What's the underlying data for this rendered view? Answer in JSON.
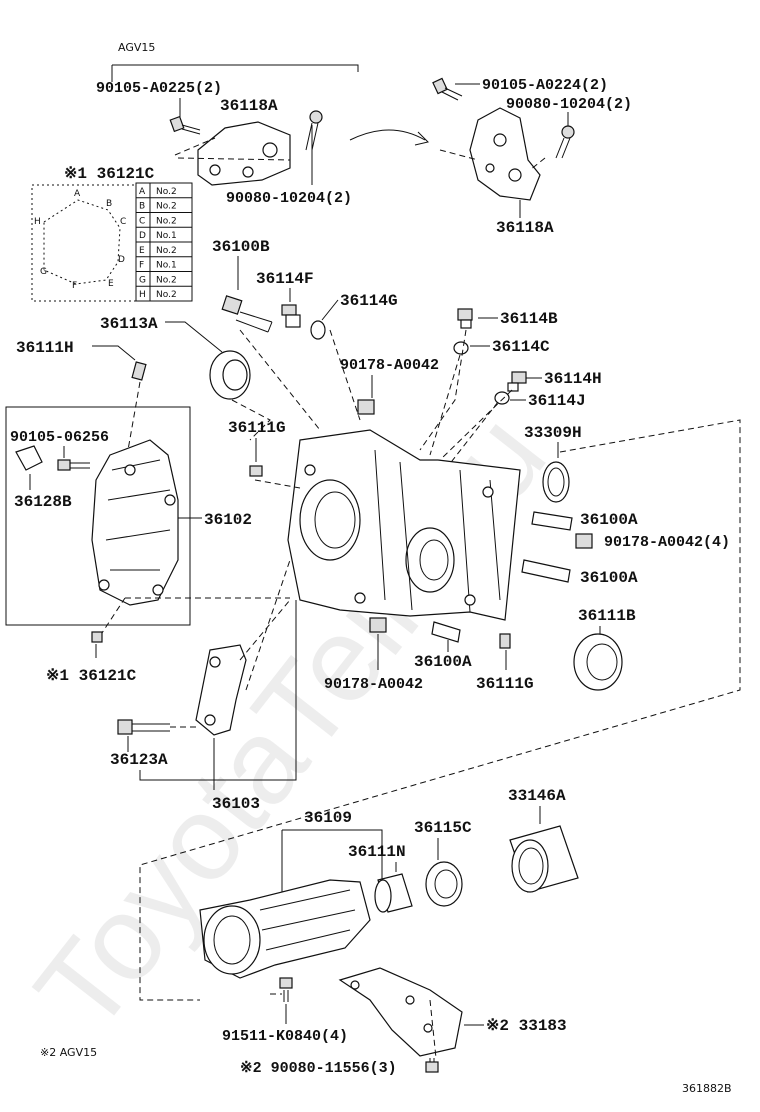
{
  "watermark": "ToyotaTeile.ru",
  "group_header": "AGV15",
  "footnotes": {
    "n2": "※2  AGV15"
  },
  "diagram_code": "361882B",
  "labels": {
    "l90105_A0225": "90105-A0225(2)",
    "l36118A_left": "36118A",
    "l90080_10204_left": "90080-10204(2)",
    "l90105_A0224": "90105-A0224(2)",
    "l90080_10204_right": "90080-10204(2)",
    "l36118A_right": "36118A",
    "l36121C_top": "※1 36121C",
    "l36100B": "36100B",
    "l36114F": "36114F",
    "l36114G": "36114G",
    "l36113A": "36113A",
    "l36114B": "36114B",
    "l36111H": "36111H",
    "l90178_A0042_a": "90178-A0042",
    "l36114C": "36114C",
    "l36114H": "36114H",
    "l36114J": "36114J",
    "l36111G_a": "36111G",
    "l33309H": "33309H",
    "l90105_06256": "90105-06256",
    "l36128B": "36128B",
    "l36102": "36102",
    "l36100A_a": "36100A",
    "l90178_A0042_4": "90178-A0042(4)",
    "l36100A_b": "36100A",
    "l36111B": "36111B",
    "l36121C_bot": "※1 36121C",
    "l36100A_c": "36100A",
    "l90178_A0042_b": "90178-A0042",
    "l36111G_b": "36111G",
    "l36123A": "36123A",
    "l36103": "36103",
    "l36109": "36109",
    "l33146A": "33146A",
    "l36115C": "36115C",
    "l36111N": "36111N",
    "l91511_K0840": "91511-K0840(4)",
    "l33183": "※2 33183",
    "l90080_11556": "※2 90080-11556(3)"
  },
  "bolt_table": {
    "rows": [
      {
        "key": "A",
        "val": "No.2"
      },
      {
        "key": "B",
        "val": "No.2"
      },
      {
        "key": "C",
        "val": "No.2"
      },
      {
        "key": "D",
        "val": "No.1"
      },
      {
        "key": "E",
        "val": "No.2"
      },
      {
        "key": "F",
        "val": "No.1"
      },
      {
        "key": "G",
        "val": "No.2"
      },
      {
        "key": "H",
        "val": "No.2"
      }
    ],
    "points": [
      "A",
      "B",
      "C",
      "D",
      "E",
      "F",
      "G",
      "H"
    ]
  }
}
